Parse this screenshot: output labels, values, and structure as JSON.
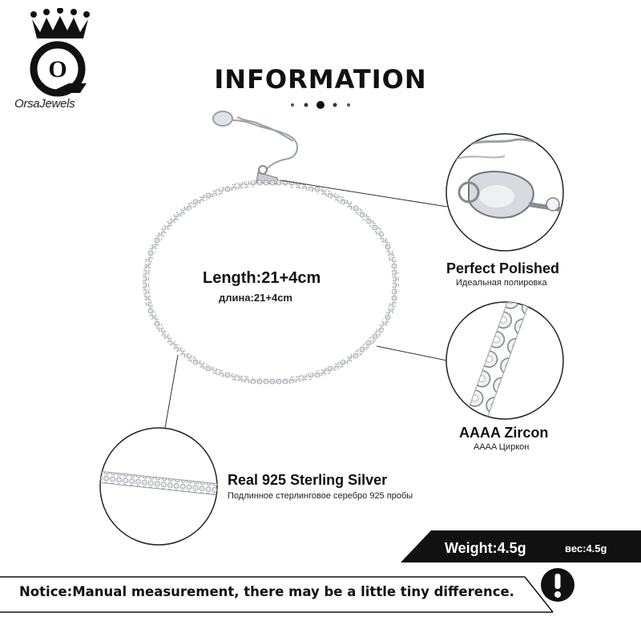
{
  "brand": {
    "logo_letter": "O",
    "name": "OrsaJewels"
  },
  "header": {
    "title": "INFORMATION"
  },
  "product_labels": {
    "length": {
      "title": "Length:21+4cm",
      "subtitle": "длина:21+4cm"
    },
    "polish": {
      "title": "Perfect  Polished",
      "subtitle": "Идеальная полировка"
    },
    "zircon": {
      "title": "AAAA Zircon",
      "subtitle": "AAAA Циркон"
    },
    "silver": {
      "title": "Real 925  Sterling  Silver",
      "subtitle": "Подлинное стерлинговое серебро 925 пробы"
    },
    "weight": {
      "title": "Weight:4.5g",
      "subtitle": "вес:4.5g"
    }
  },
  "notice": {
    "text": "Notice:Manual measurement, there may be a little tiny difference.",
    "icon": "exclamation-icon"
  },
  "colors": {
    "banner": "#111111",
    "text": "#111111",
    "silver": "#c9ccd1"
  }
}
